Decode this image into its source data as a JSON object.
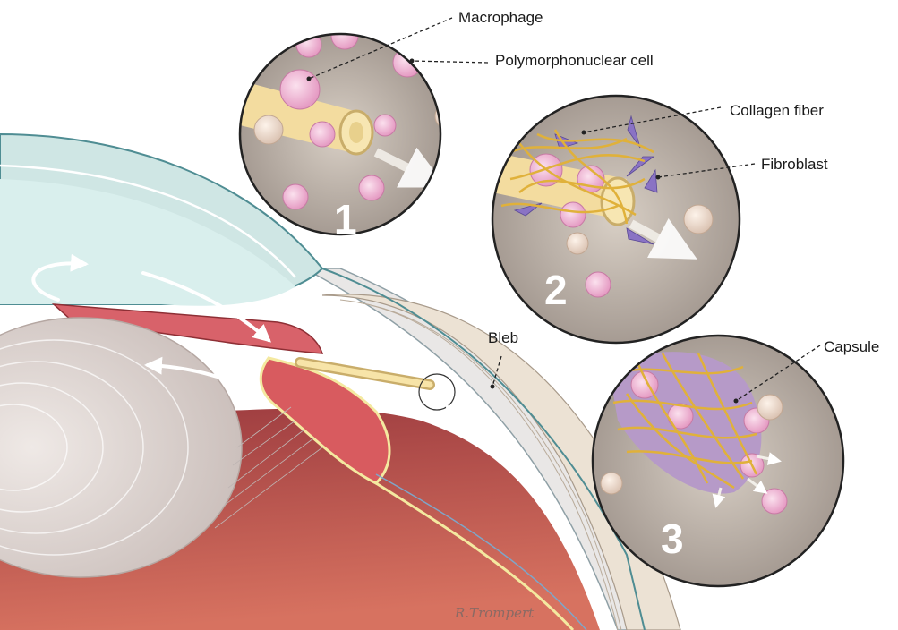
{
  "labels": {
    "macrophage": "Macrophage",
    "polymorphonuclear": "Polymorphonuclear cell",
    "collagen": "Collagen fiber",
    "fibroblast": "Fibroblast",
    "bleb": "Bleb",
    "capsule": "Capsule"
  },
  "stages": {
    "one": "1",
    "two": "2",
    "three": "3"
  },
  "signature": "R.Trompert",
  "colors": {
    "cornea": "#cfe6e4",
    "iris": "#d8626a",
    "retina": "#b84a4a",
    "fibroblast": "#8a73c4",
    "collagen": "#e0b13a",
    "cell": "#f0a9cf",
    "bleb": "#ece2d4"
  }
}
